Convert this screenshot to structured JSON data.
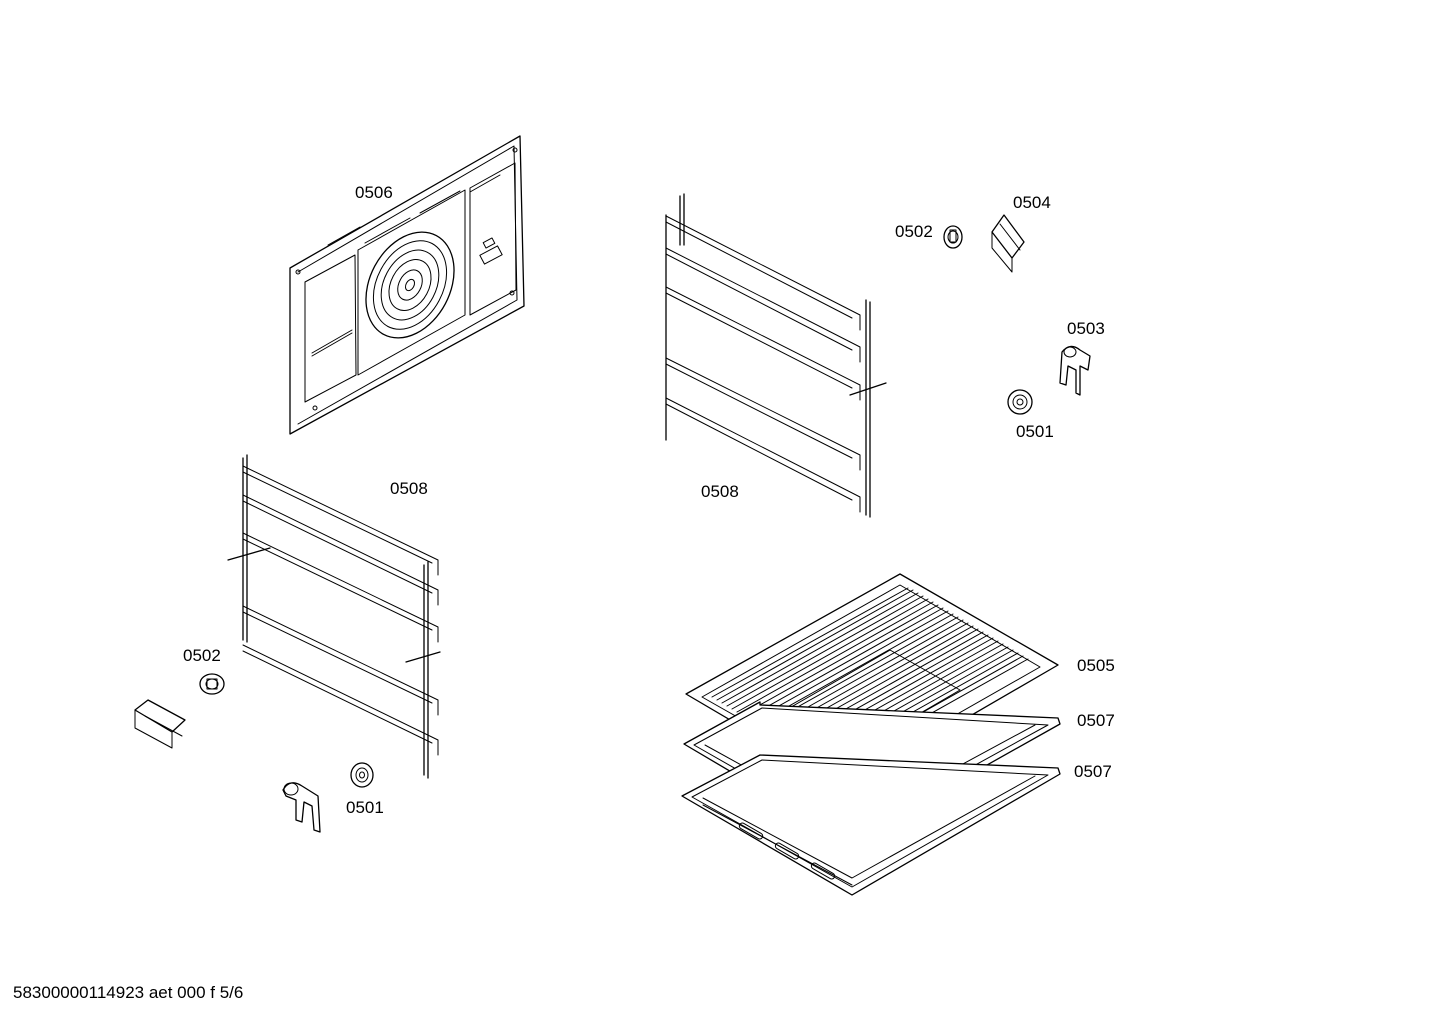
{
  "labels": {
    "back_panel": "0506",
    "rail_left": "0508",
    "rail_right": "0508",
    "clip_left": "0502",
    "clip_right": "0502",
    "bracket_right": "0504",
    "hook_right": "0503",
    "bush_right": "0501",
    "bush_left": "0501",
    "grid_shelf": "0505",
    "tray_upper": "0507",
    "tray_lower": "0507"
  },
  "footer": "58300000114923 aet 000 f 5/6"
}
